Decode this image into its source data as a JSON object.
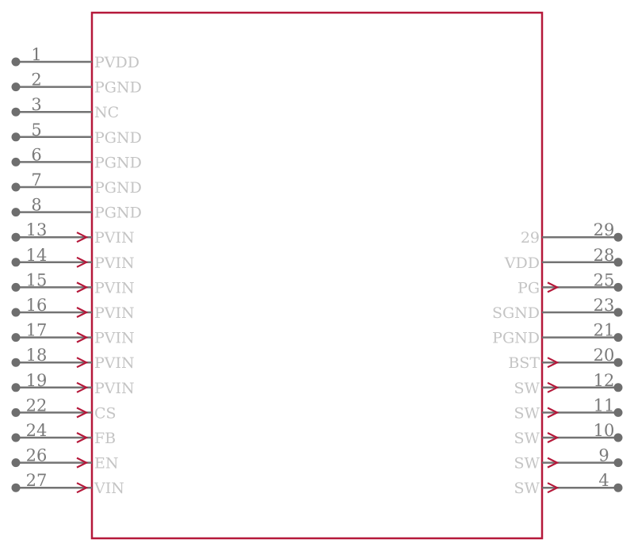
{
  "colors": {
    "body_outline": "#b5183a",
    "pin_line": "#737373",
    "pin_dot": "#6e6e6e",
    "arrow": "#b5183a",
    "pin_number": "#7a7a7a",
    "pin_name": "#c4c4c4"
  },
  "left_pins": [
    {
      "number": "1",
      "name": "PVDD",
      "input_arrow": false
    },
    {
      "number": "2",
      "name": "PGND",
      "input_arrow": false
    },
    {
      "number": "3",
      "name": "NC",
      "input_arrow": false
    },
    {
      "number": "5",
      "name": "PGND",
      "input_arrow": false
    },
    {
      "number": "6",
      "name": "PGND",
      "input_arrow": false
    },
    {
      "number": "7",
      "name": "PGND",
      "input_arrow": false
    },
    {
      "number": "8",
      "name": "PGND",
      "input_arrow": false
    },
    {
      "number": "13",
      "name": "PVIN",
      "input_arrow": true
    },
    {
      "number": "14",
      "name": "PVIN",
      "input_arrow": true
    },
    {
      "number": "15",
      "name": "PVIN",
      "input_arrow": true
    },
    {
      "number": "16",
      "name": "PVIN",
      "input_arrow": true
    },
    {
      "number": "17",
      "name": "PVIN",
      "input_arrow": true
    },
    {
      "number": "18",
      "name": "PVIN",
      "input_arrow": true
    },
    {
      "number": "19",
      "name": "PVIN",
      "input_arrow": true
    },
    {
      "number": "22",
      "name": "CS",
      "input_arrow": true
    },
    {
      "number": "24",
      "name": "FB",
      "input_arrow": true
    },
    {
      "number": "26",
      "name": "EN",
      "input_arrow": true
    },
    {
      "number": "27",
      "name": "VIN",
      "input_arrow": true
    }
  ],
  "right_pins": [
    {
      "number": "29",
      "name": "29",
      "output_arrow": false
    },
    {
      "number": "28",
      "name": "VDD",
      "output_arrow": false
    },
    {
      "number": "25",
      "name": "PG",
      "output_arrow": true
    },
    {
      "number": "23",
      "name": "SGND",
      "output_arrow": false
    },
    {
      "number": "21",
      "name": "PGND",
      "output_arrow": false
    },
    {
      "number": "20",
      "name": "BST",
      "output_arrow": true
    },
    {
      "number": "12",
      "name": "SW",
      "output_arrow": true
    },
    {
      "number": "11",
      "name": "SW",
      "output_arrow": true
    },
    {
      "number": "10",
      "name": "SW",
      "output_arrow": true
    },
    {
      "number": "9",
      "name": "SW",
      "output_arrow": true
    },
    {
      "number": "4",
      "name": "SW",
      "output_arrow": true
    }
  ]
}
